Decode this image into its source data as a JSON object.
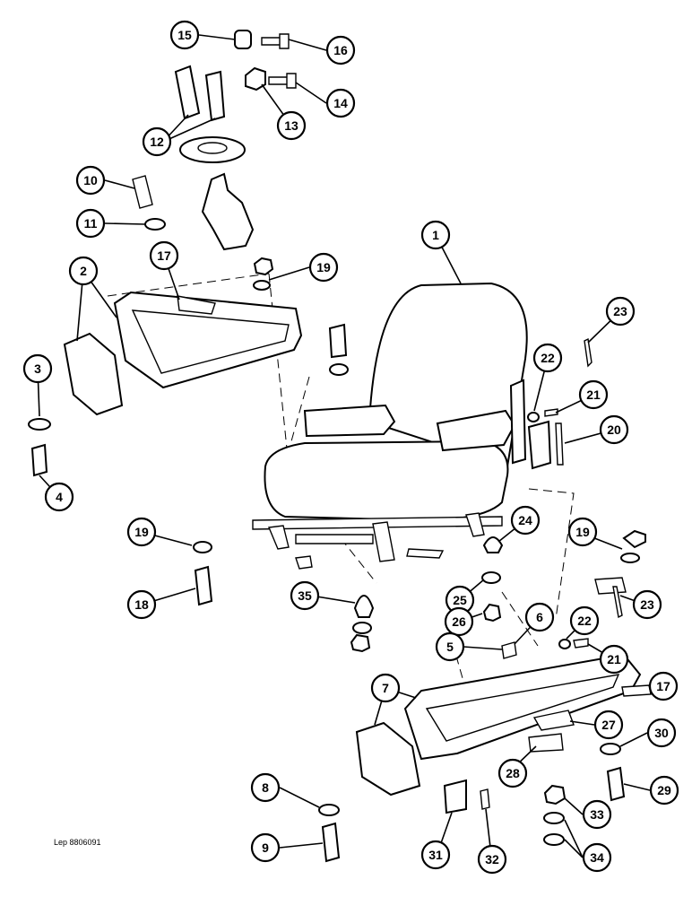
{
  "drawing_ref": "Lep 8806091",
  "callouts": {
    "c1": "1",
    "c2": "2",
    "c3": "3",
    "c4": "4",
    "c5": "5",
    "c6": "6",
    "c7": "7",
    "c8": "8",
    "c9": "9",
    "c10": "10",
    "c11": "11",
    "c12": "12",
    "c13": "13",
    "c14": "14",
    "c15": "15",
    "c16": "16",
    "c17a": "17",
    "c17b": "17",
    "c18": "18",
    "c19a": "19",
    "c19b": "19",
    "c19c": "19",
    "c20": "20",
    "c21a": "21",
    "c21b": "21",
    "c22a": "22",
    "c22b": "22",
    "c23a": "23",
    "c23b": "23",
    "c24": "24",
    "c25": "25",
    "c26": "26",
    "c27": "27",
    "c28": "28",
    "c29": "29",
    "c30": "30",
    "c31": "31",
    "c32": "32",
    "c33": "33",
    "c34": "34",
    "c35": "35"
  },
  "colors": {
    "line": "#000000",
    "background": "#ffffff"
  }
}
